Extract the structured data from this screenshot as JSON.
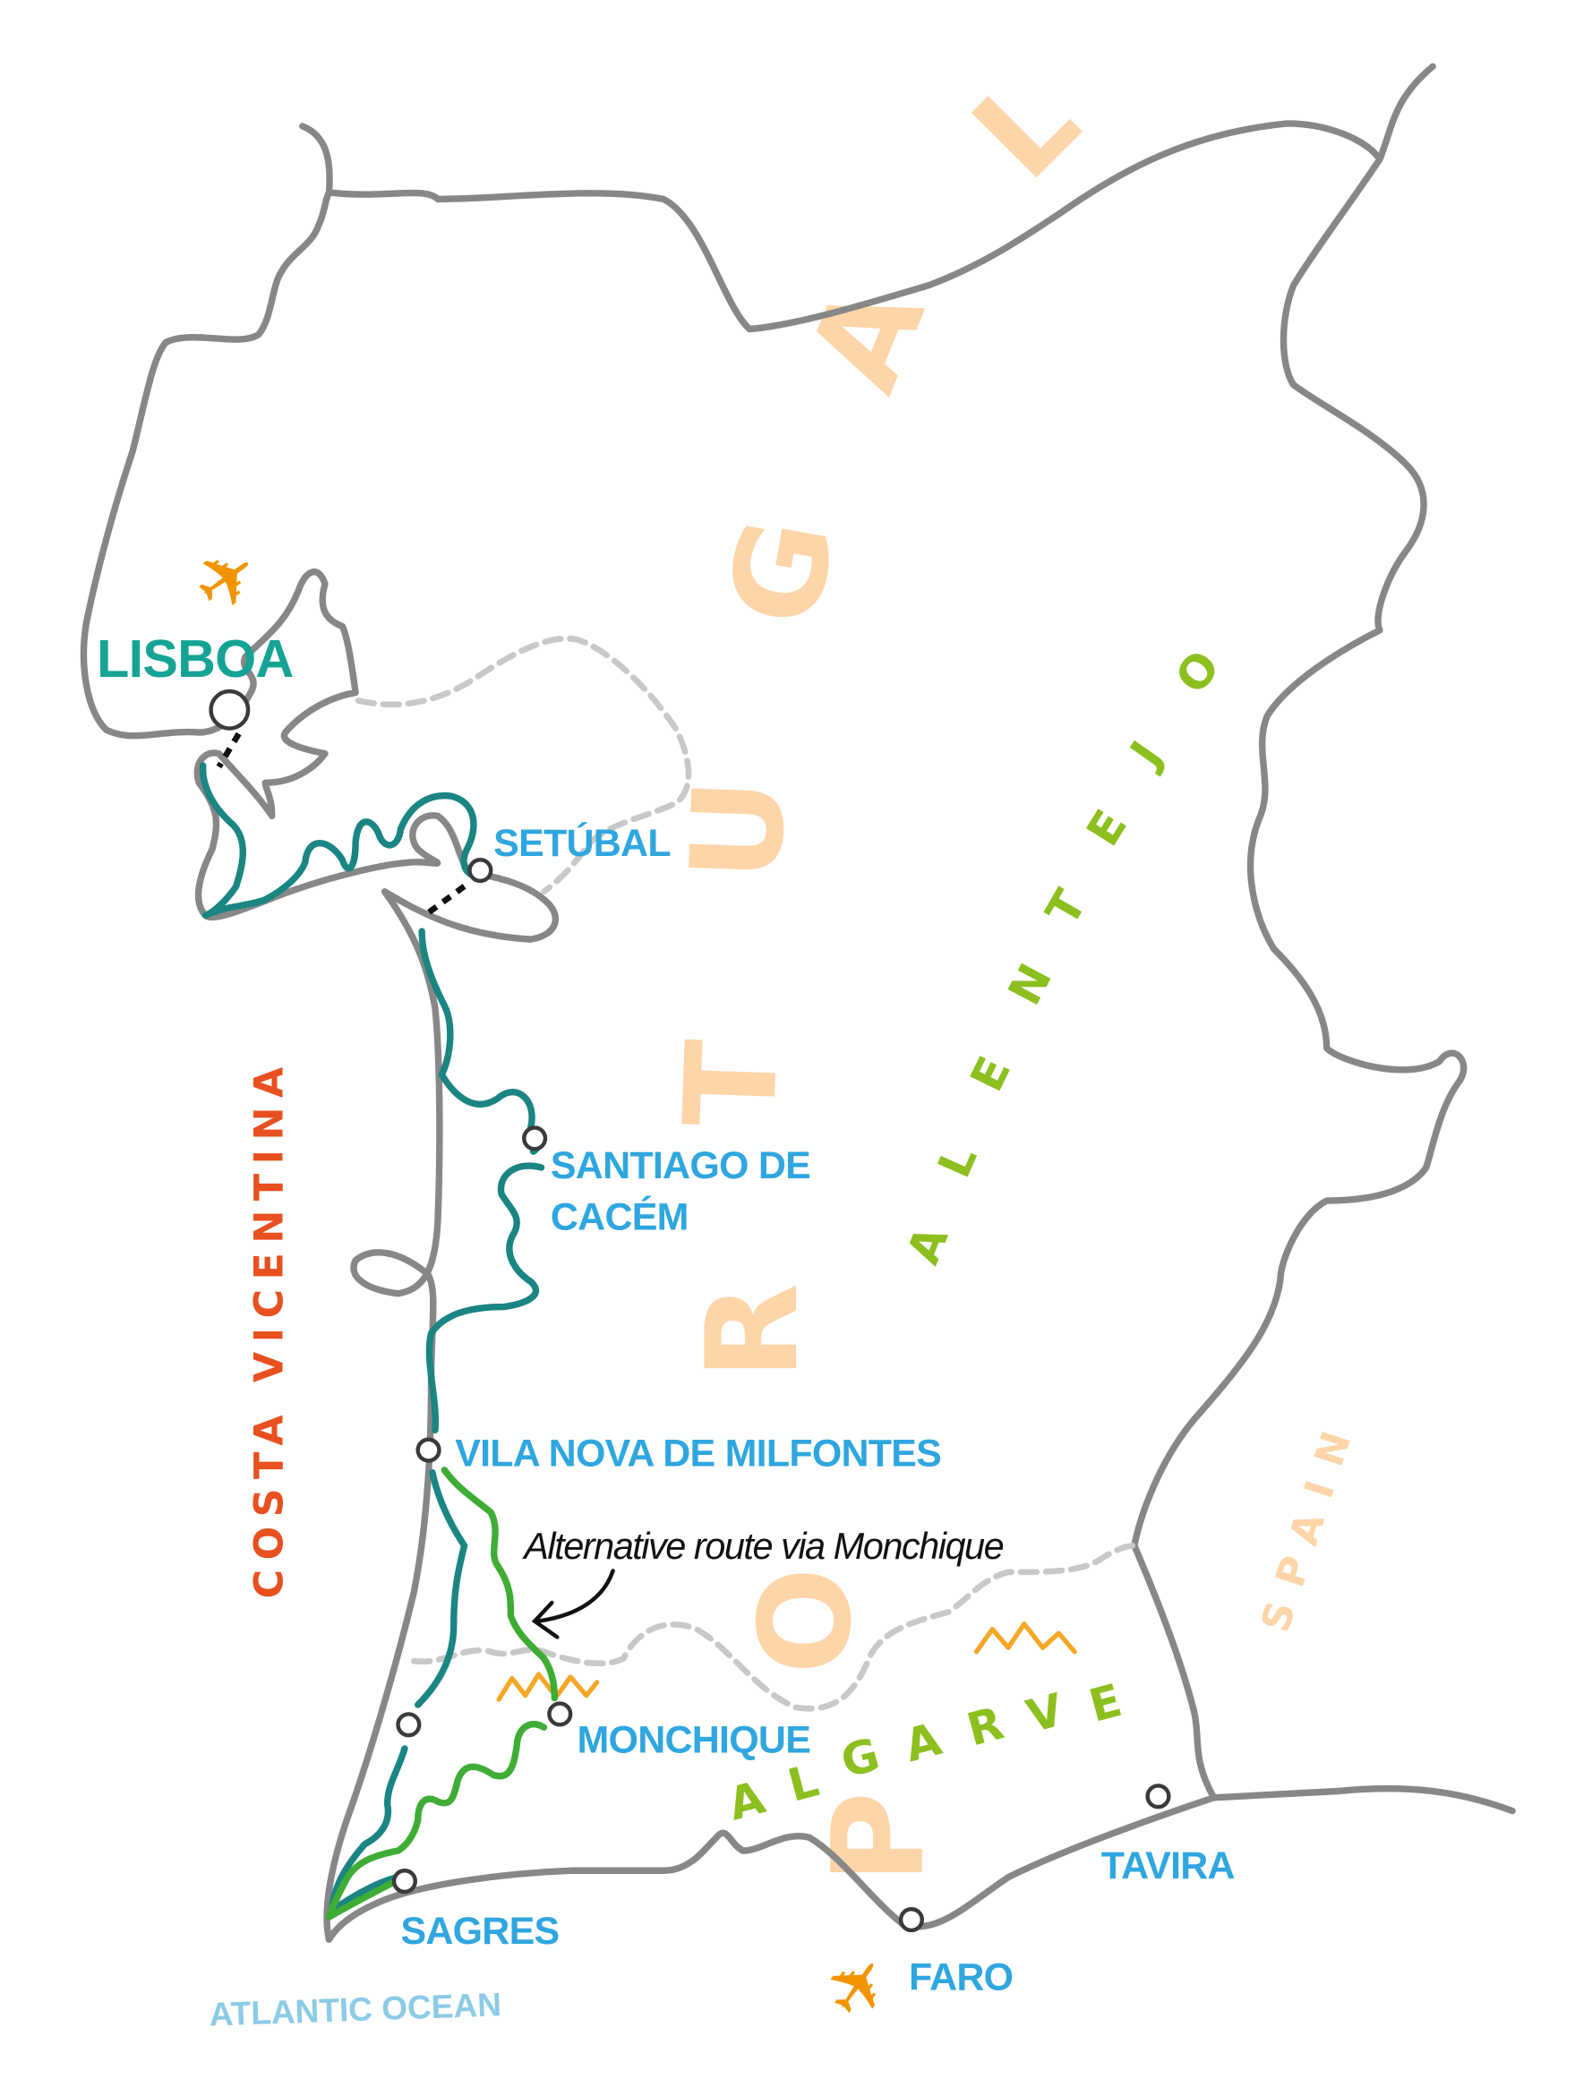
{
  "map": {
    "country_label": "PORTUGAL",
    "country_letters": [
      "P",
      "O",
      "R",
      "T",
      "U",
      "G",
      "A",
      "L"
    ],
    "neighbor_label": "SPAIN",
    "ocean_label": "ATLANTIC OCEAN",
    "coast_label": "COSTA VICENTINA",
    "regions": [
      {
        "name": "ALENTEJO",
        "letters": [
          "A",
          "L",
          "E",
          "N",
          "T",
          "E",
          "J",
          "O"
        ]
      },
      {
        "name": "ALGARVE",
        "letters": [
          "A",
          "L",
          "G",
          "A",
          "R",
          "V",
          "E"
        ]
      }
    ],
    "towns": {
      "lisboa": "LISBOA",
      "setubal": "SETÚBAL",
      "santiago_1": "SANTIAGO DE",
      "santiago_2": "CACÉM",
      "vnm": "VILA NOVA DE MILFONTES",
      "monchique": "MONCHIQUE",
      "sagres": "SAGRES",
      "faro": "FARO",
      "tavira": "TAVIRA"
    },
    "annotation": "Alternative route via Monchique",
    "icons": [
      "airplane-icon-lisboa",
      "airplane-icon-faro",
      "mountain-icon"
    ],
    "colors": {
      "border": "#878787",
      "region_boundary": "#c8c8c8",
      "main_route": "#1a8583",
      "alternative_route": "#3fac35",
      "ferry": "#111111",
      "town_label": "#2fa6df",
      "capital_label": "#14a394",
      "airport": "#f29400",
      "country_label": "#fdd5a9",
      "region_label": "#8dbf1f",
      "coast_label": "#e8501f",
      "ocean_label": "#8ccbe6",
      "mountains": "#f5a623"
    }
  }
}
